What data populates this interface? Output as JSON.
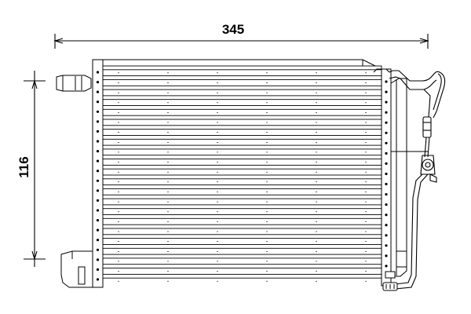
{
  "dimensions": {
    "width_label": "345",
    "height_label": "116"
  },
  "condenser": {
    "tube_count": 22
  },
  "colors": {
    "line": "#000000",
    "background": "#ffffff"
  }
}
